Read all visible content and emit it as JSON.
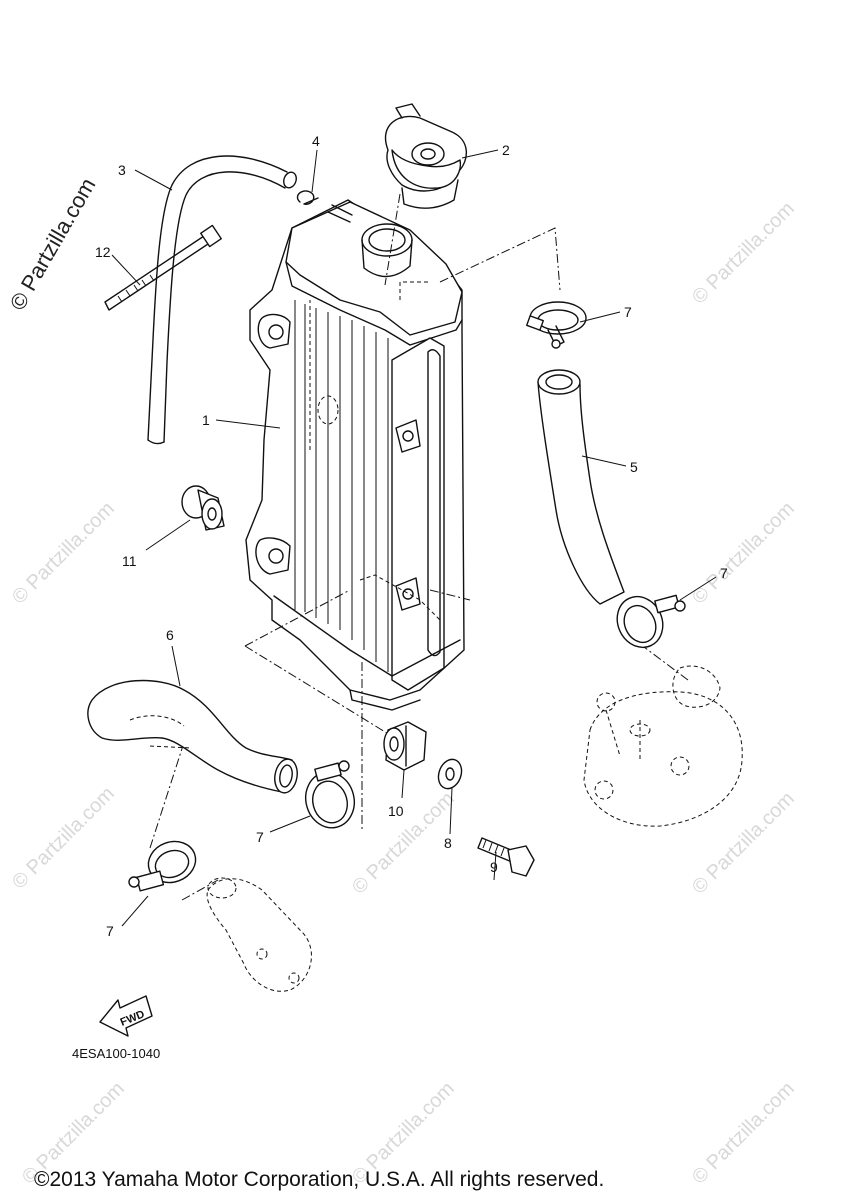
{
  "watermark": {
    "main": "© Partzilla.com",
    "repeat": "© Partzilla.com"
  },
  "callouts": [
    {
      "id": "1",
      "label": "1"
    },
    {
      "id": "2",
      "label": "2"
    },
    {
      "id": "3",
      "label": "3"
    },
    {
      "id": "4",
      "label": "4"
    },
    {
      "id": "5",
      "label": "5"
    },
    {
      "id": "6",
      "label": "6"
    },
    {
      "id": "7a",
      "label": "7"
    },
    {
      "id": "7b",
      "label": "7"
    },
    {
      "id": "7c",
      "label": "7"
    },
    {
      "id": "7d",
      "label": "7"
    },
    {
      "id": "8",
      "label": "8"
    },
    {
      "id": "9",
      "label": "9"
    },
    {
      "id": "10",
      "label": "10"
    },
    {
      "id": "11",
      "label": "11"
    },
    {
      "id": "12",
      "label": "12"
    }
  ],
  "fwd_label": "FWD",
  "diagram_code": "4ESA100-1040",
  "copyright": "©2013 Yamaha Motor Corporation, U.S.A. All rights reserved."
}
